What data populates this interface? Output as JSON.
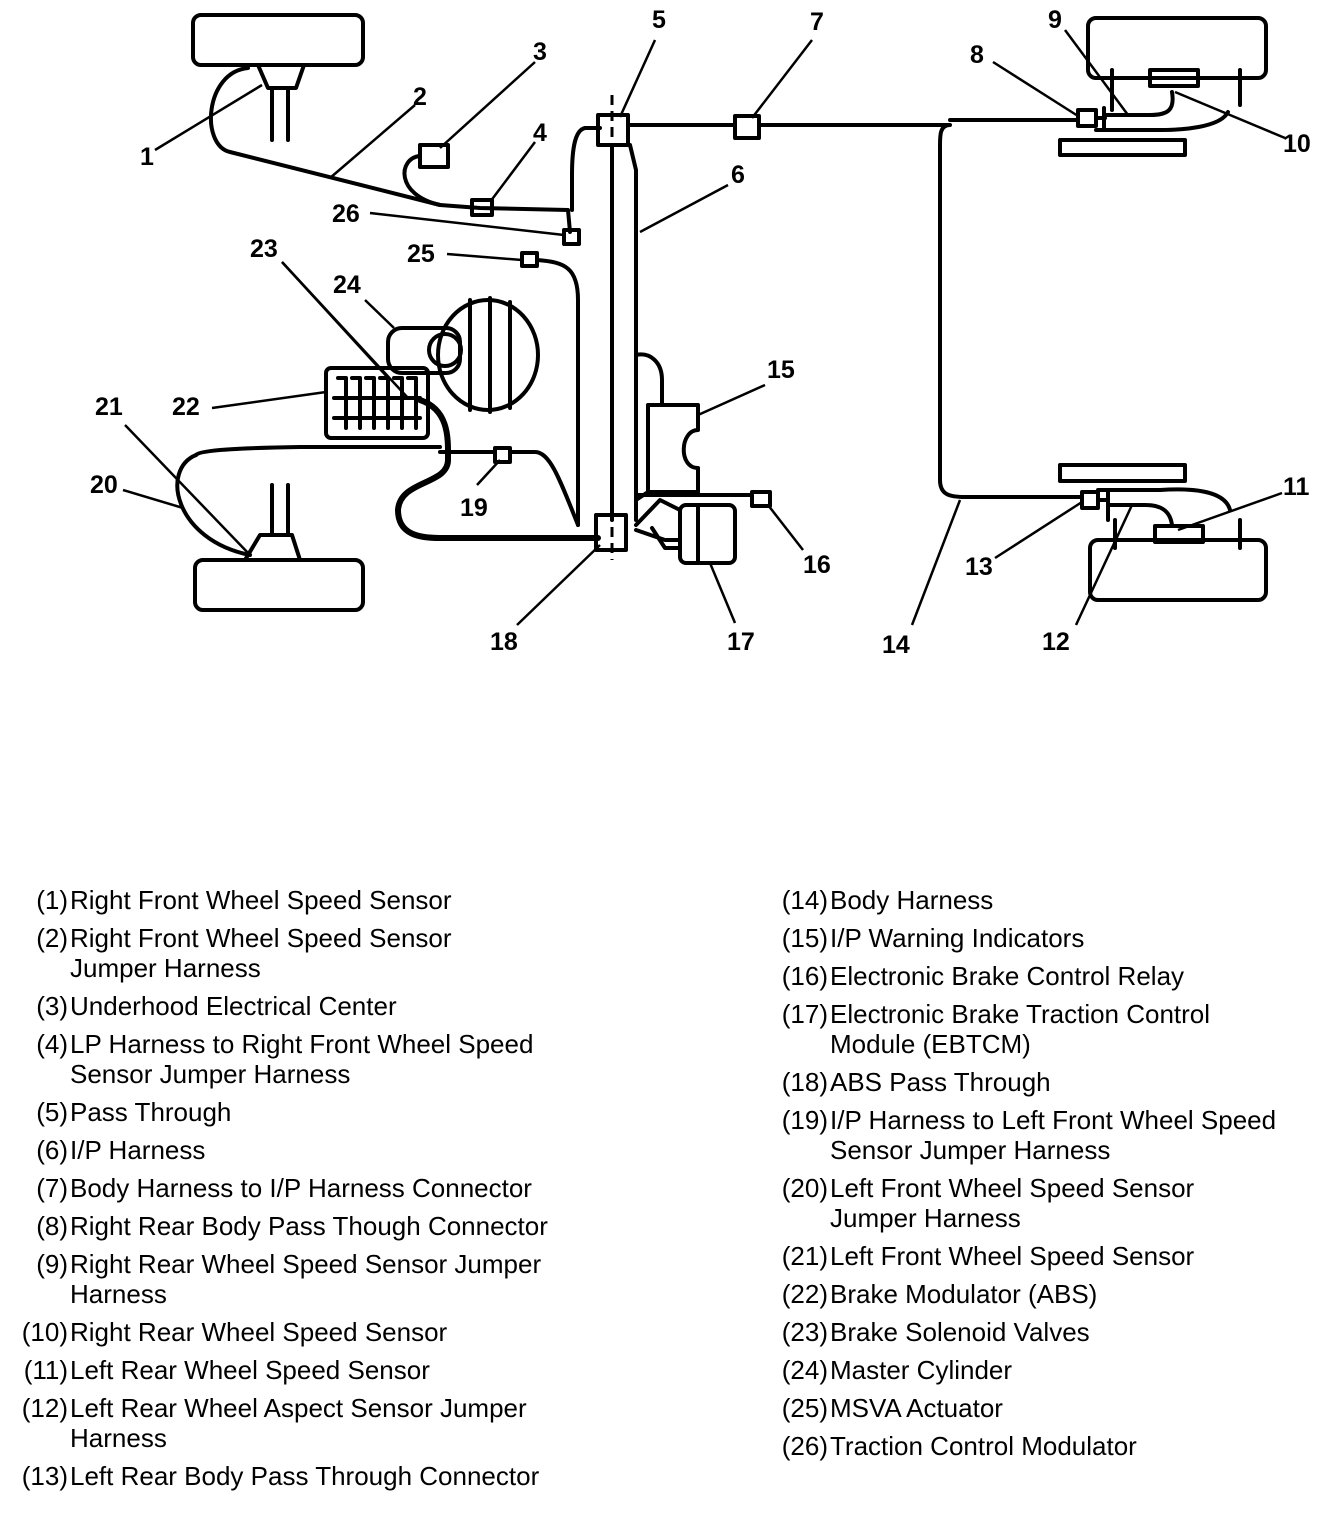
{
  "callouts": [
    "1",
    "2",
    "3",
    "4",
    "5",
    "6",
    "7",
    "8",
    "9",
    "10",
    "11",
    "12",
    "13",
    "14",
    "15",
    "16",
    "17",
    "18",
    "19",
    "20",
    "21",
    "22",
    "23",
    "24",
    "25",
    "26"
  ],
  "legend": [
    {
      "num": "(1)",
      "text": "Right Front Wheel Speed Sensor"
    },
    {
      "num": "(2)",
      "text": "Right Front Wheel Speed Sensor Jumper Harness"
    },
    {
      "num": "(3)",
      "text": "Underhood Electrical Center"
    },
    {
      "num": "(4)",
      "text": "LP Harness to Right Front Wheel Speed Sensor Jumper Harness"
    },
    {
      "num": "(5)",
      "text": "Pass Through"
    },
    {
      "num": "(6)",
      "text": "I/P Harness"
    },
    {
      "num": "(7)",
      "text": "Body Harness to I/P Harness Connector"
    },
    {
      "num": "(8)",
      "text": "Right Rear Body Pass Though Connector"
    },
    {
      "num": "(9)",
      "text": "Right Rear Wheel Speed Sensor Jumper Harness"
    },
    {
      "num": "(10)",
      "text": "Right Rear Wheel Speed Sensor"
    },
    {
      "num": "(11)",
      "text": "Left Rear Wheel Speed Sensor"
    },
    {
      "num": "(12)",
      "text": "Left Rear Wheel Aspect Sensor Jumper Harness"
    },
    {
      "num": "(13)",
      "text": "Left Rear Body Pass Through Connector"
    },
    {
      "num": "(14)",
      "text": "Body Harness"
    },
    {
      "num": "(15)",
      "text": "I/P Warning Indicators"
    },
    {
      "num": "(16)",
      "text": "Electronic Brake Control Relay"
    },
    {
      "num": "(17)",
      "text": "Electronic Brake Traction Control Module (EBTCM)"
    },
    {
      "num": "(18)",
      "text": "ABS Pass Through"
    },
    {
      "num": "(19)",
      "text": "I/P Harness to Left Front Wheel Speed Sensor Jumper Harness"
    },
    {
      "num": "(20)",
      "text": "Left Front Wheel Speed Sensor Jumper Harness"
    },
    {
      "num": "(21)",
      "text": "Left Front Wheel Speed Sensor"
    },
    {
      "num": "(22)",
      "text": "Brake Modulator (ABS)"
    },
    {
      "num": "(23)",
      "text": "Brake Solenoid Valves"
    },
    {
      "num": "(24)",
      "text": "Master Cylinder"
    },
    {
      "num": "(25)",
      "text": "MSVA Actuator"
    },
    {
      "num": "(26)",
      "text": "Traction Control Modulator"
    }
  ]
}
